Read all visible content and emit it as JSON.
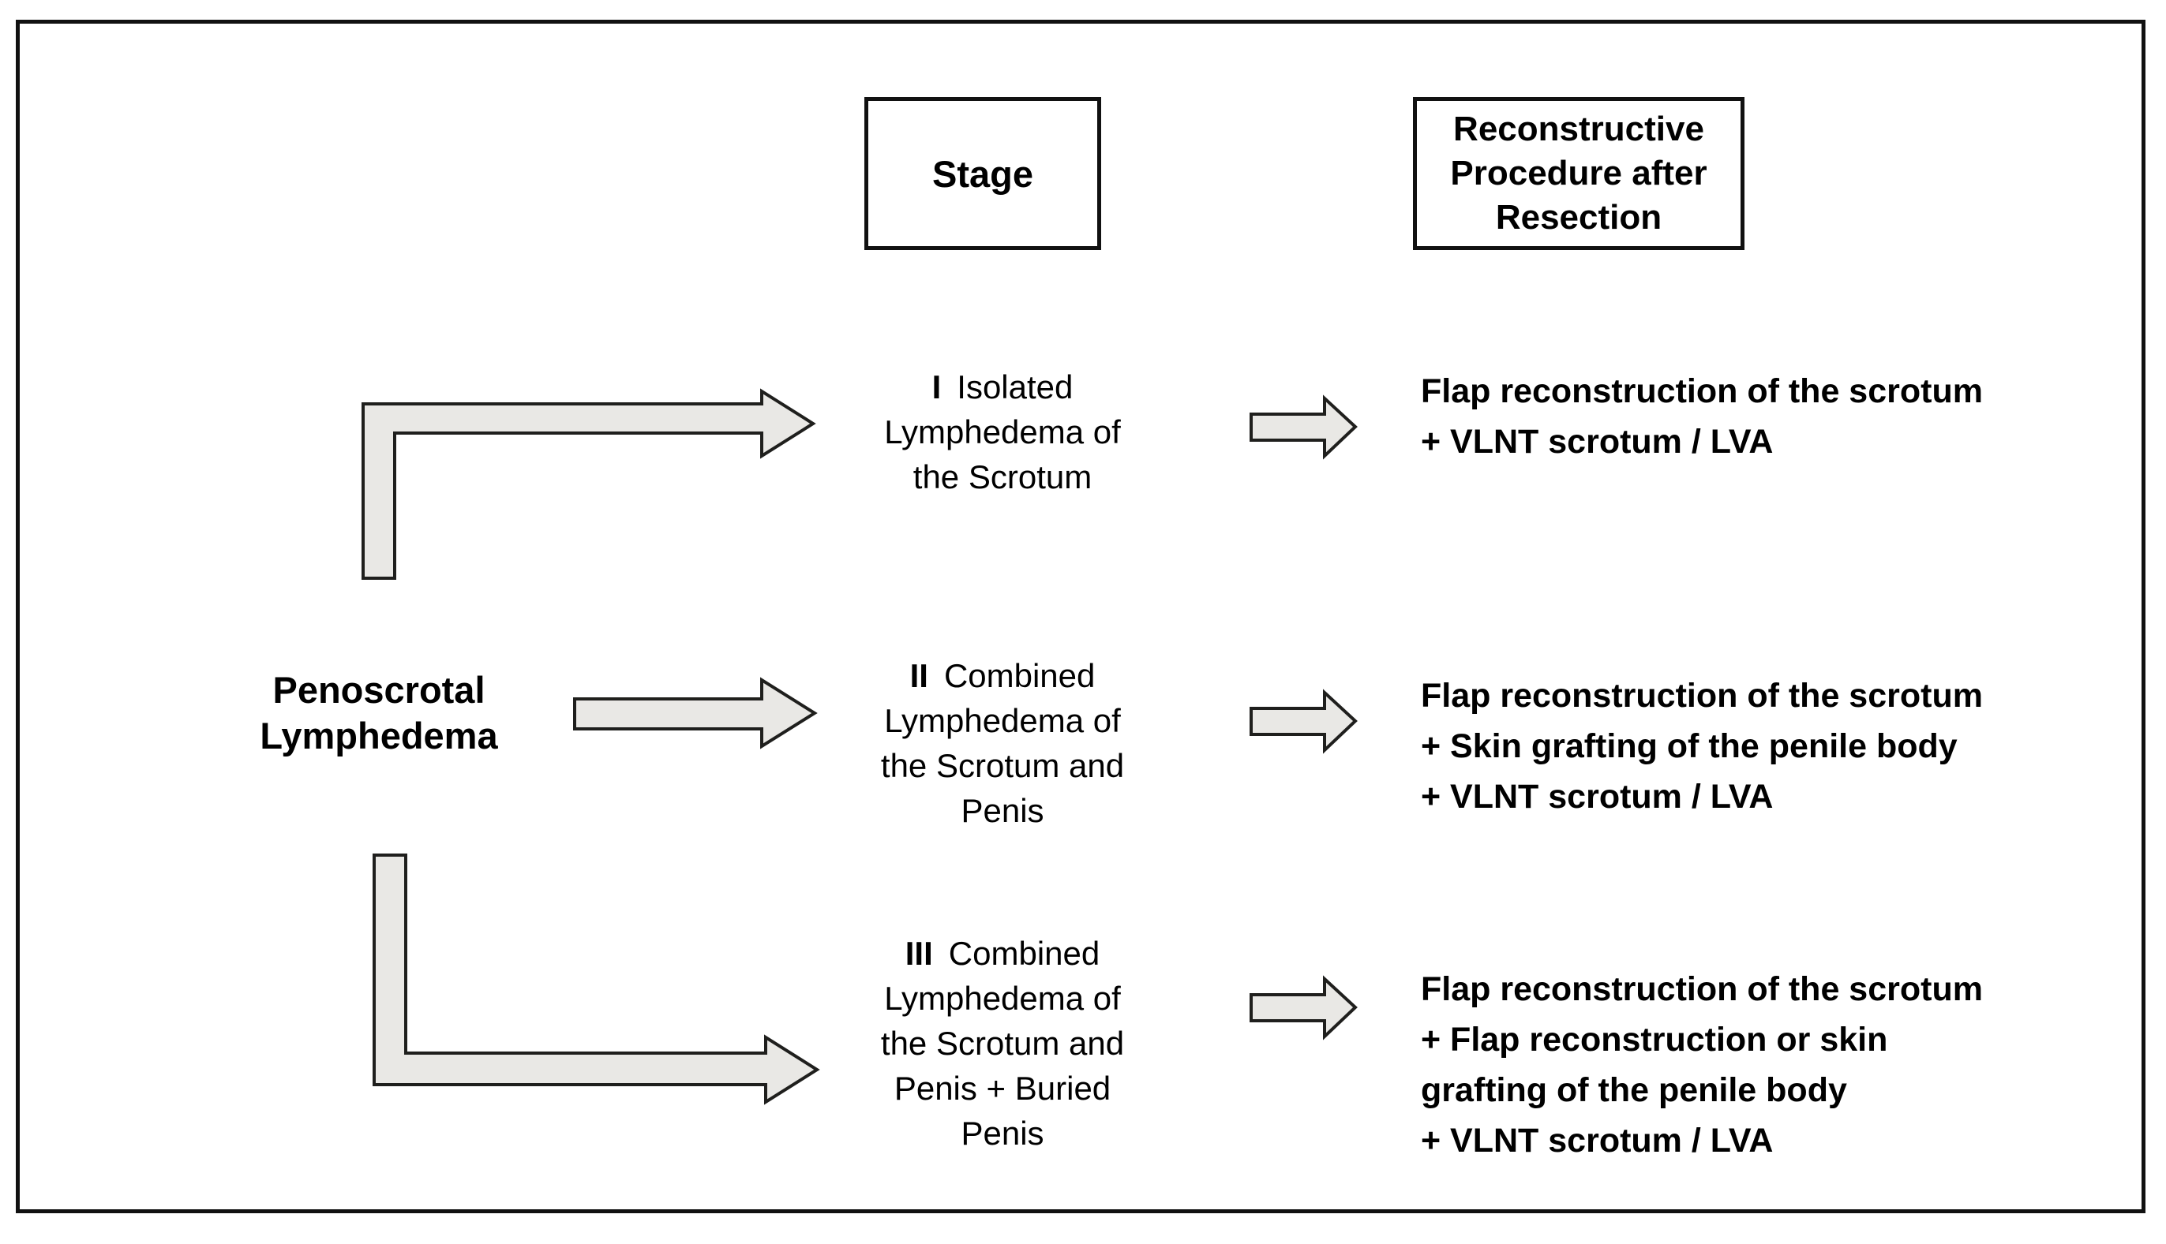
{
  "diagram": {
    "root_label_lines": [
      "Penoscrotal",
      "Lymphedema"
    ],
    "headers": {
      "stage_label": "Stage",
      "procedure_lines": [
        "Reconstructive",
        "Procedure after",
        "Resection"
      ]
    },
    "rows": [
      {
        "stage_numeral": "I",
        "stage_first_line": "Isolated",
        "stage_rest_lines": [
          "Lymphedema of",
          "the Scrotum"
        ],
        "procedure_lines": [
          "Flap reconstruction of the scrotum",
          "+ VLNT scrotum / LVA"
        ]
      },
      {
        "stage_numeral": "II",
        "stage_first_line": "Combined",
        "stage_rest_lines": [
          "Lymphedema of",
          "the Scrotum and",
          "Penis"
        ],
        "procedure_lines": [
          "Flap reconstruction of the scrotum",
          "+ Skin grafting of the penile body",
          "+ VLNT scrotum / LVA"
        ]
      },
      {
        "stage_numeral": "III",
        "stage_first_line": "Combined",
        "stage_rest_lines": [
          "Lymphedema of",
          "the Scrotum and",
          "Penis + Buried",
          "Penis"
        ],
        "procedure_lines": [
          "Flap reconstruction of the scrotum",
          "+ Flap reconstruction or skin",
          "grafting of the penile body",
          "+ VLNT scrotum / LVA"
        ]
      }
    ],
    "colors": {
      "arrow_fill": "#e9e8e5",
      "arrow_stroke": "#1f1f1d",
      "border_color": "#111111",
      "text_color": "#000000",
      "bg_color": "#ffffff"
    }
  }
}
